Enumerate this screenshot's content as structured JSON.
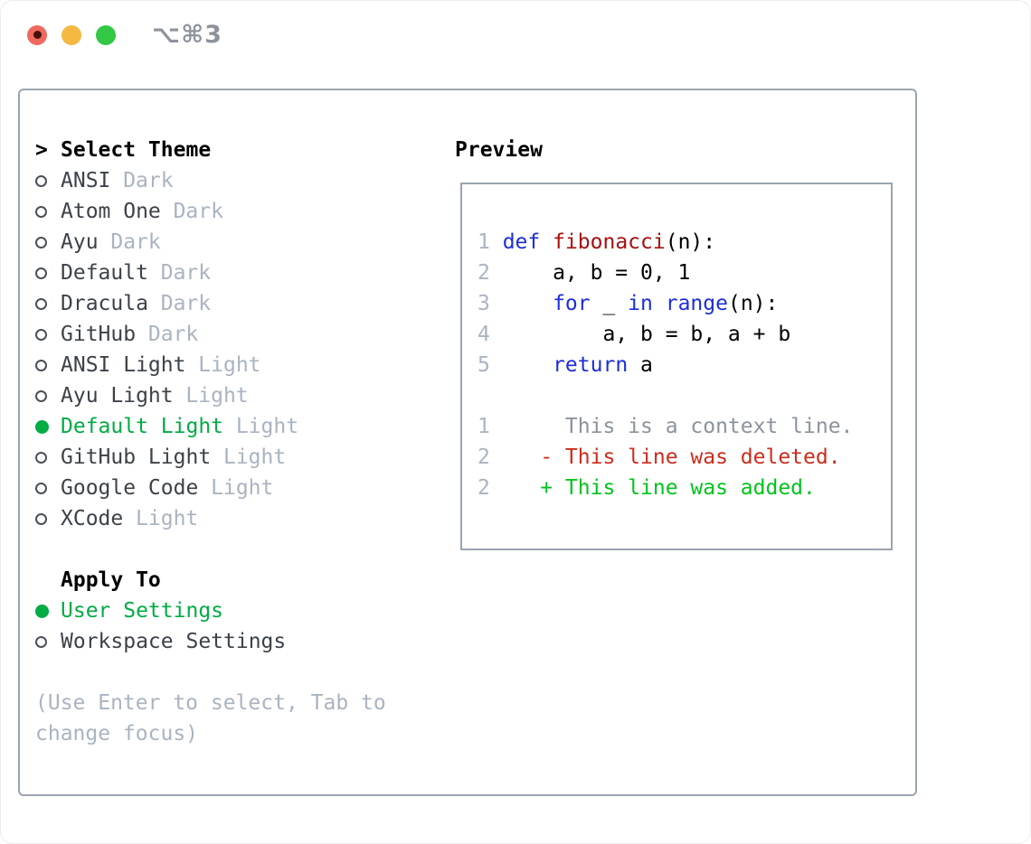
{
  "window": {
    "title": "⌥⌘3"
  },
  "traffic_lights": {
    "close": "close",
    "minimize": "minimize",
    "zoom": "zoom"
  },
  "theme_selector": {
    "prompt": ">",
    "header": "Select Theme",
    "items": [
      {
        "name": "ANSI",
        "tag": "Dark",
        "selected": false
      },
      {
        "name": "Atom One",
        "tag": "Dark",
        "selected": false
      },
      {
        "name": "Ayu",
        "tag": "Dark",
        "selected": false
      },
      {
        "name": "Default",
        "tag": "Dark",
        "selected": false
      },
      {
        "name": "Dracula",
        "tag": "Dark",
        "selected": false
      },
      {
        "name": "GitHub",
        "tag": "Dark",
        "selected": false
      },
      {
        "name": "ANSI Light",
        "tag": "Light",
        "selected": false
      },
      {
        "name": "Ayu Light",
        "tag": "Light",
        "selected": false
      },
      {
        "name": "Default Light",
        "tag": "Light",
        "selected": true
      },
      {
        "name": "GitHub Light",
        "tag": "Light",
        "selected": false
      },
      {
        "name": "Google Code",
        "tag": "Light",
        "selected": false
      },
      {
        "name": "XCode",
        "tag": "Light",
        "selected": false
      }
    ]
  },
  "apply_to": {
    "header": "Apply To",
    "options": [
      {
        "name": "User Settings",
        "selected": true
      },
      {
        "name": "Workspace Settings",
        "selected": false
      }
    ]
  },
  "help": {
    "line1": "(Use Enter to select, Tab to",
    "line2": "change focus)"
  },
  "preview": {
    "header": "Preview",
    "lines": [
      {
        "num": "1",
        "segments": [
          {
            "t": "def",
            "c": "kw"
          },
          {
            "t": " ",
            "c": "plain"
          },
          {
            "t": "fibonacci",
            "c": "fn"
          },
          {
            "t": "(n):",
            "c": "plain"
          }
        ]
      },
      {
        "num": "2",
        "segments": [
          {
            "t": "    a, b = 0, 1",
            "c": "plain"
          }
        ]
      },
      {
        "num": "3",
        "segments": [
          {
            "t": "    ",
            "c": "plain"
          },
          {
            "t": "for",
            "c": "kw"
          },
          {
            "t": " _ ",
            "c": "plain"
          },
          {
            "t": "in",
            "c": "kw"
          },
          {
            "t": " ",
            "c": "plain"
          },
          {
            "t": "range",
            "c": "kw"
          },
          {
            "t": "(n):",
            "c": "plain"
          }
        ]
      },
      {
        "num": "4",
        "segments": [
          {
            "t": "        a, b = b, a + b",
            "c": "plain"
          }
        ]
      },
      {
        "num": "5",
        "segments": [
          {
            "t": "    ",
            "c": "plain"
          },
          {
            "t": "return",
            "c": "kw"
          },
          {
            "t": " a",
            "c": "plain"
          }
        ]
      },
      {
        "num": "",
        "segments": []
      },
      {
        "num": "1",
        "segments": [
          {
            "t": "     This is a context line.",
            "c": "ctx"
          }
        ]
      },
      {
        "num": "2",
        "segments": [
          {
            "t": "   - This line was deleted.",
            "c": "del"
          }
        ]
      },
      {
        "num": "2",
        "segments": [
          {
            "t": "   + This line was added.",
            "c": "add"
          }
        ]
      }
    ]
  },
  "colors": {
    "ui_green": "#00ac45",
    "tag_gray": "#a9b4c0",
    "item_name": "#3c4249",
    "kw": "#1c2ed9",
    "fn": "#a90e0e",
    "del": "#cd2c1c",
    "add": "#00c41d",
    "ctx": "#8b939b",
    "lineno": "#a9b4c0",
    "border_gray": "#9aa4b0",
    "help_gray": "#a9b4c0",
    "title_gray": "#8e949c",
    "tl_red": "#ef6a5e",
    "tl_red_dot": "#49100a",
    "tl_yellow": "#f5b841",
    "tl_green": "#32c846"
  }
}
